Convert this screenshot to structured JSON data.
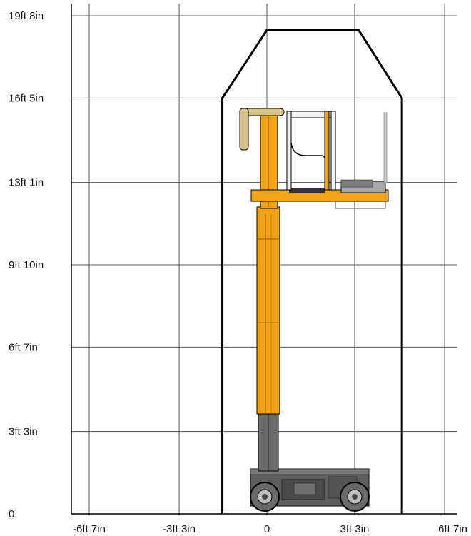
{
  "chart_data": {
    "type": "range-diagram",
    "title": "",
    "xlabel": "",
    "ylabel": "",
    "x_tick_labels": [
      "-6ft 7in",
      "-3ft 3in",
      "0",
      "3ft 3in",
      "6ft 7in"
    ],
    "y_tick_labels": [
      "0",
      "3ft 3in",
      "6ft 7in",
      "9ft 10in",
      "13ft 1in",
      "16ft 5in",
      "19ft 8in"
    ],
    "x_ticks_ft": [
      -6.583,
      -3.25,
      0,
      3.25,
      6.583
    ],
    "y_ticks_ft": [
      0,
      3.25,
      6.583,
      9.833,
      13.083,
      16.417,
      19.667
    ],
    "xlim_ft": [
      -6.583,
      6.583
    ],
    "ylim_ft": [
      0,
      19.667
    ],
    "grid": true,
    "envelope_outline_ft": [
      [
        -1.65,
        0
      ],
      [
        -1.65,
        16.417
      ],
      [
        0,
        19.1
      ],
      [
        3.4,
        19.1
      ],
      [
        5.0,
        16.417
      ],
      [
        5.0,
        0
      ]
    ],
    "machine": {
      "description_icon": "vertical-mast-lift-icon",
      "colors": {
        "mast": "#f2a419",
        "chassis": "#5e5e5e",
        "outline": "#000000"
      }
    }
  }
}
